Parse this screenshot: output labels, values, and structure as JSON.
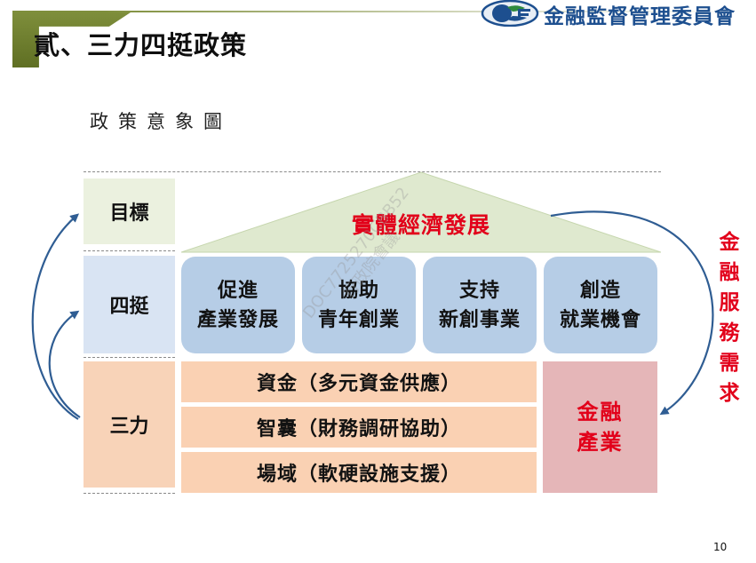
{
  "header": {
    "title": "貳、三力四挺政策",
    "org_name": "金融監督管理委員會"
  },
  "subtitle": "政策意象圖",
  "rows": {
    "goal": "目標",
    "four_pillars": "四挺",
    "three_forces": "三力"
  },
  "roof_text": "實體經濟發展",
  "pillars": [
    {
      "line1": "促進",
      "line2": "產業發展"
    },
    {
      "line1": "協助",
      "line2": "青年創業"
    },
    {
      "line1": "支持",
      "line2": "新創事業"
    },
    {
      "line1": "創造",
      "line2": "就業機會"
    }
  ],
  "forces": [
    "資金（多元資金供應）",
    "智囊（財務調研協助）",
    "場域（軟硬設施支援）"
  ],
  "financial_industry": {
    "line1": "金融",
    "line2": "產業"
  },
  "vertical_text": [
    "金",
    "融",
    "服",
    "務",
    "需",
    "求"
  ],
  "watermark": {
    "line1": "DOC7725270CBB52",
    "line2": "行政院會議"
  },
  "page_number": "10",
  "colors": {
    "accent_red": "#e2001a",
    "pillar_blue": "#b6cde6",
    "force_peach": "#fad1b3",
    "roof_green": "#dfe9cf",
    "arrow_blue": "#2f5d93",
    "brand_blue": "#1d4f8f"
  }
}
